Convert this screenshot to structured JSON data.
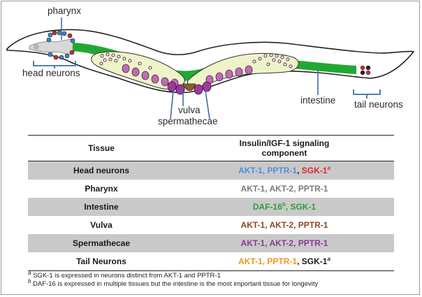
{
  "labels": {
    "pharynx": "pharynx",
    "head_neurons": "head neurons",
    "vulva": "vulva",
    "spermathecae": "spermathecae",
    "intestine": "intestine",
    "tail_neurons": "tail neurons"
  },
  "colors": {
    "intestine": "#22a832",
    "gonad_fill": "#eef3c8",
    "oocyte": "#c16bb5",
    "spermatheca": "#9b3c9b",
    "neuron_blue": "#3f82c4",
    "neuron_red": "#d6262d",
    "bracket": "#3b6fa8"
  },
  "table": {
    "header": {
      "tissue": "Tissue",
      "component_line1": "Insulin/IGF-1 signaling",
      "component_line2": "component"
    },
    "rows": [
      {
        "tissue": "Head neurons",
        "shaded": true,
        "parts": [
          {
            "text": "AKT-1, PPTR-1",
            "color": "#4a90d9"
          },
          {
            "text": ", ",
            "color": "#1a1a1a"
          },
          {
            "text": "SGK-1",
            "color": "#e0262c"
          },
          {
            "text": "a",
            "color": "#e0262c",
            "sup": true
          }
        ]
      },
      {
        "tissue": "Pharynx",
        "shaded": false,
        "parts": [
          {
            "text": "AKT-1, AKT-2, PPTR-1",
            "color": "#7b7b7b"
          }
        ]
      },
      {
        "tissue": "Intestine",
        "shaded": true,
        "parts": [
          {
            "text": "DAF-16",
            "color": "#2f9d3c"
          },
          {
            "text": "b",
            "color": "#2f9d3c",
            "sup": true
          },
          {
            "text": ", SGK-1",
            "color": "#2f9d3c"
          }
        ]
      },
      {
        "tissue": "Vulva",
        "shaded": false,
        "parts": [
          {
            "text": "AKT-1, AKT-2, PPTR-1",
            "color": "#8a4a22"
          }
        ]
      },
      {
        "tissue": "Spermathecae",
        "shaded": true,
        "parts": [
          {
            "text": "AKT-1, AKT-2, PPTR-1",
            "color": "#8a3a95"
          }
        ]
      },
      {
        "tissue": "Tail Neurons",
        "shaded": false,
        "parts": [
          {
            "text": "AKT-1, PPTR-1",
            "color": "#f0961e"
          },
          {
            "text": ", SGK-1",
            "color": "#1a1a1a"
          },
          {
            "text": "a",
            "color": "#1a1a1a",
            "sup": true
          }
        ]
      }
    ]
  },
  "footnotes": [
    {
      "marker": "a",
      "text": " SGK-1 is expressed in neurons distinct from AKT-1 and PPTR-1"
    },
    {
      "marker": "b",
      "text": " DAF-16 is expressed in multiple tissues but the intestine is the most important tissue for longevity"
    }
  ]
}
